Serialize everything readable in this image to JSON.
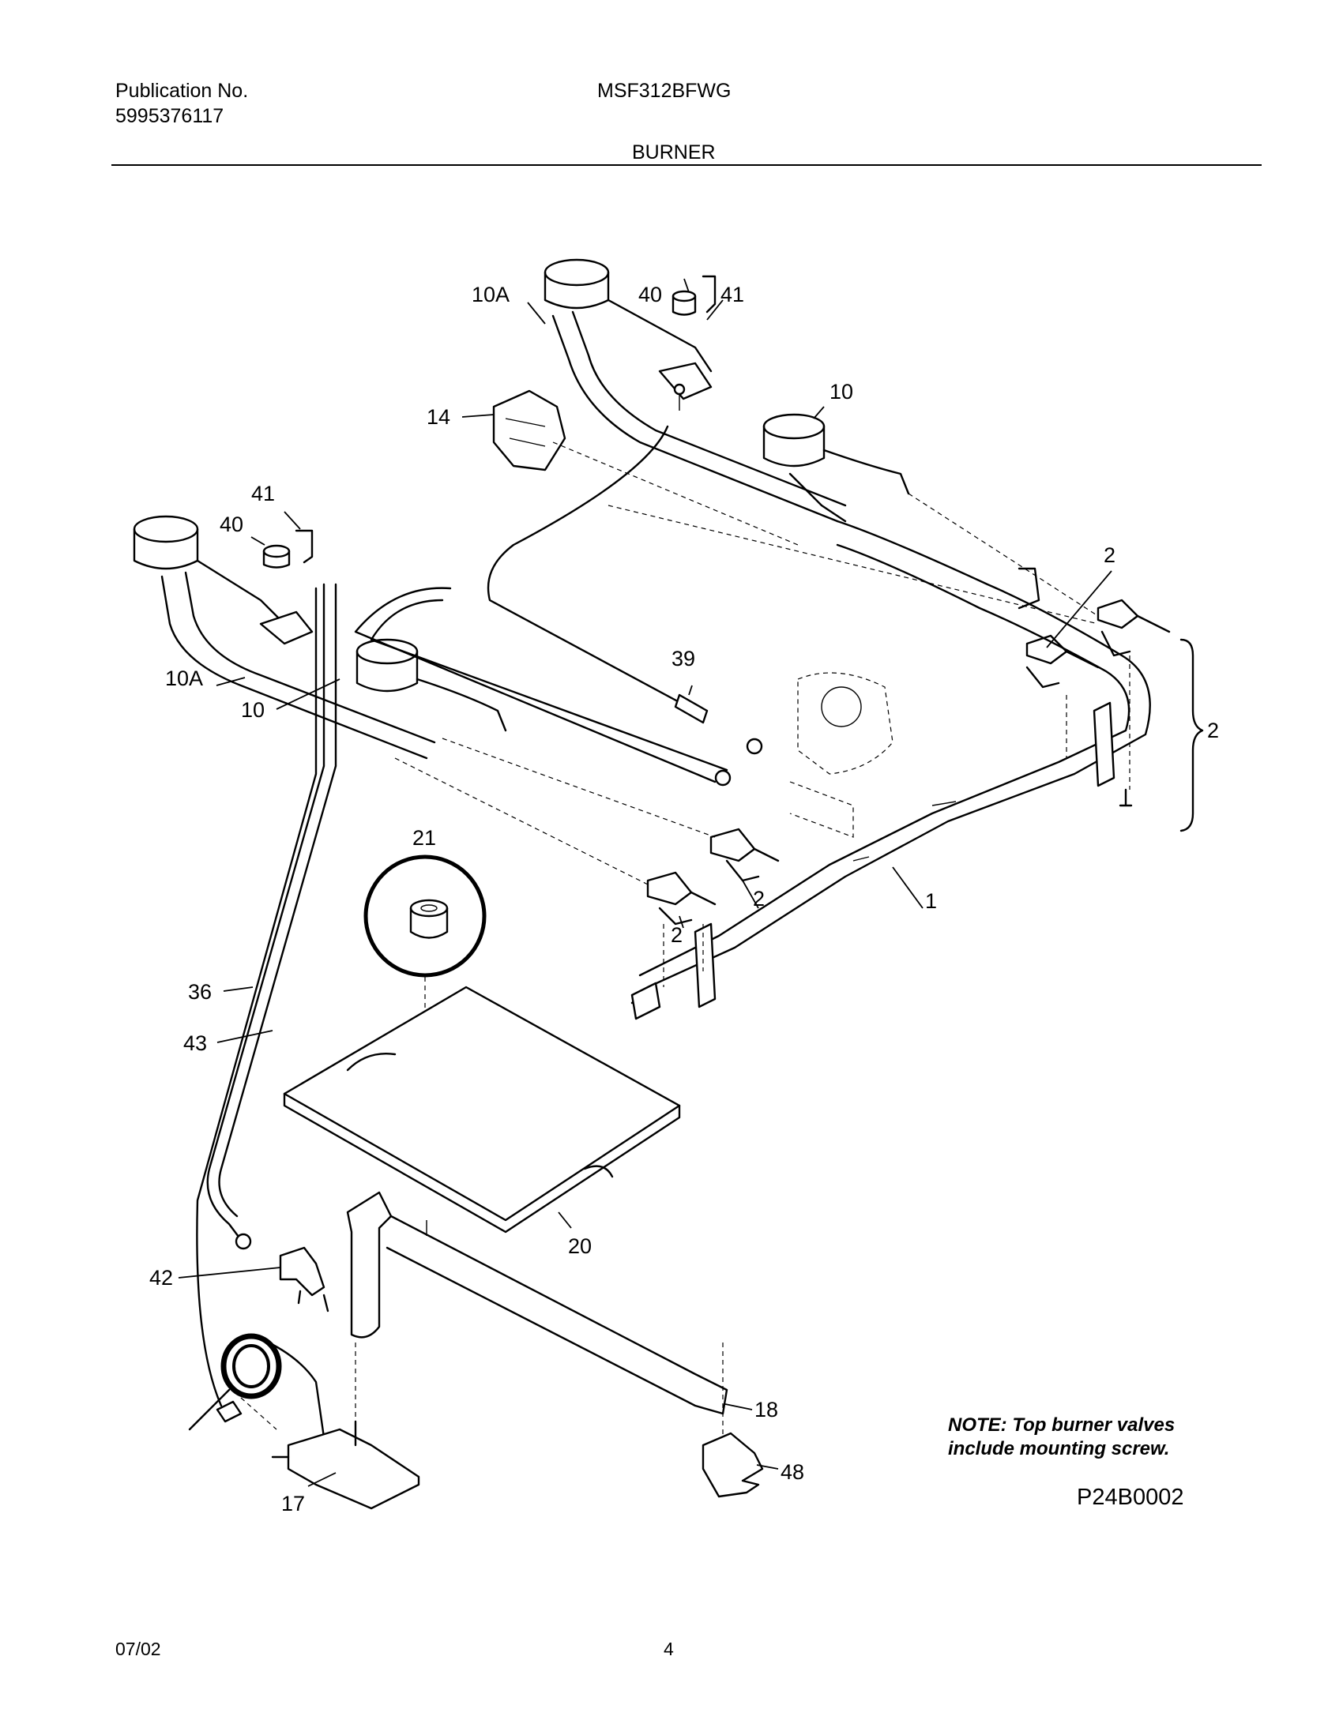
{
  "header": {
    "publication_label": "Publication No.",
    "publication_number": "5995376117",
    "model": "MSF312BFWG",
    "section": "BURNER"
  },
  "callouts": {
    "c10A_top": "10A",
    "c40_top": "40",
    "c41_top": "41",
    "c10_top": "10",
    "c14": "14",
    "c41_left": "41",
    "c40_left": "40",
    "c2_right": "2",
    "c39": "39",
    "c10A_left": "10A",
    "c10_left": "10",
    "c2_brace": "2",
    "c21": "21",
    "c2_mid_a": "2",
    "c1": "1",
    "c2_mid_b": "2",
    "c36": "36",
    "c43": "43",
    "c20": "20",
    "c42": "42",
    "c18": "18",
    "c48": "48",
    "c17": "17"
  },
  "note": {
    "line1": "NOTE: Top burner valves",
    "line2": "include mounting screw."
  },
  "diagram_code": "P24B0002",
  "footer": {
    "date": "07/02",
    "page": "4"
  }
}
